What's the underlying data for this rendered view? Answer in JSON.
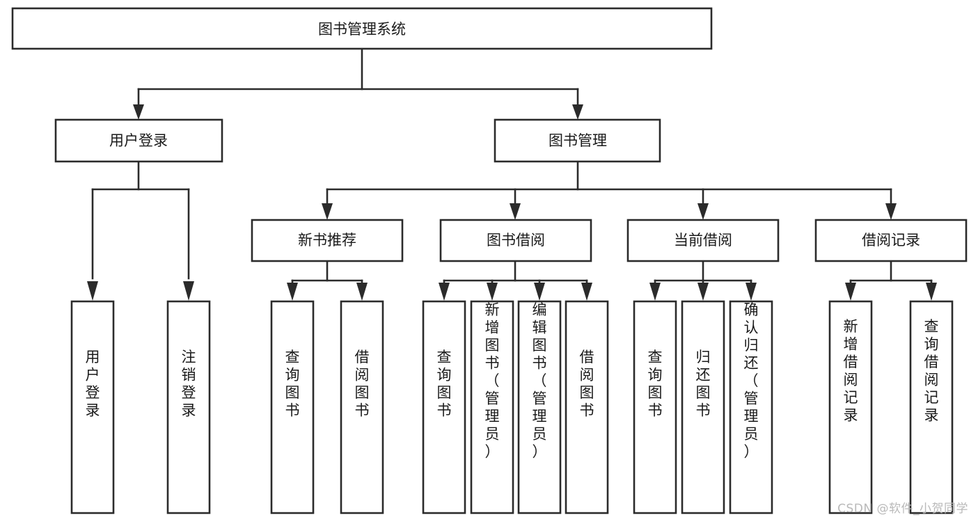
{
  "diagram": {
    "title": "图书管理系统",
    "type": "hierarchy-tree",
    "watermark": "CSDN @软件_小贺同学",
    "colors": {
      "background": "#ffffff",
      "box_fill": "#ffffff",
      "stroke": "#2b2b2b",
      "text": "#1a1a1a",
      "watermark": "#b9b9b9"
    },
    "root": {
      "label": "图书管理系统"
    },
    "level1": [
      {
        "id": "user-login",
        "label": "用户登录"
      },
      {
        "id": "book-manage",
        "label": "图书管理"
      }
    ],
    "level2": [
      {
        "id": "new-book-rec",
        "label": "新书推荐",
        "parent": "book-manage"
      },
      {
        "id": "book-borrow",
        "label": "图书借阅",
        "parent": "book-manage"
      },
      {
        "id": "current-borrow",
        "label": "当前借阅",
        "parent": "book-manage"
      },
      {
        "id": "borrow-record",
        "label": "借阅记录",
        "parent": "book-manage"
      }
    ],
    "leaves": {
      "user-login": [
        {
          "id": "leaf-user-login",
          "label": "用户登录"
        },
        {
          "id": "leaf-logout",
          "label": "注销登录"
        }
      ],
      "new-book-rec": [
        {
          "id": "leaf-query-book-1",
          "label": "查询图书"
        },
        {
          "id": "leaf-borrow-book-1",
          "label": "借阅图书"
        }
      ],
      "book-borrow": [
        {
          "id": "leaf-query-book-2",
          "label": "查询图书"
        },
        {
          "id": "leaf-add-book",
          "label": "新增图书（管理员）"
        },
        {
          "id": "leaf-edit-book",
          "label": "编辑图书（管理员）"
        },
        {
          "id": "leaf-borrow-book-2",
          "label": "借阅图书"
        }
      ],
      "current-borrow": [
        {
          "id": "leaf-query-book-3",
          "label": "查询图书"
        },
        {
          "id": "leaf-return-book",
          "label": "归还图书"
        },
        {
          "id": "leaf-confirm-return",
          "label": "确认归还（管理员）"
        }
      ],
      "borrow-record": [
        {
          "id": "leaf-add-record",
          "label": "新增借阅记录"
        },
        {
          "id": "leaf-query-record",
          "label": "查询借阅记录"
        }
      ]
    }
  }
}
